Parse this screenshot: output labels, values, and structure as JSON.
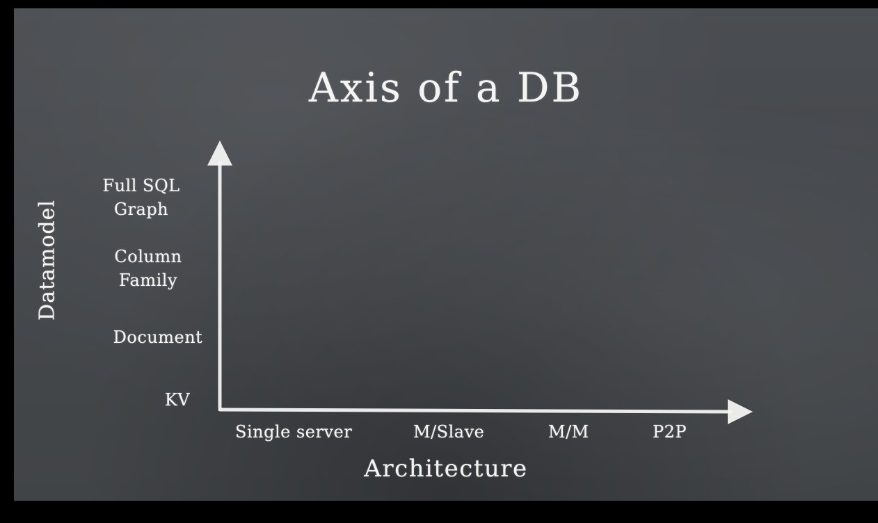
{
  "title": "Axis of a DB",
  "y_axis": {
    "label": "Datamodel",
    "ticks": [
      {
        "line1": "Full SQL",
        "line2": "Graph"
      },
      {
        "line1": "Column",
        "line2": "Family"
      },
      {
        "line1": "Document",
        "line2": ""
      },
      {
        "line1": "KV",
        "line2": ""
      }
    ]
  },
  "x_axis": {
    "label": "Architecture",
    "ticks": [
      "Single server",
      "M/Slave",
      "M/M",
      "P2P"
    ]
  },
  "colors": {
    "board": "#45484c",
    "chalk": "#f4f4f2"
  }
}
